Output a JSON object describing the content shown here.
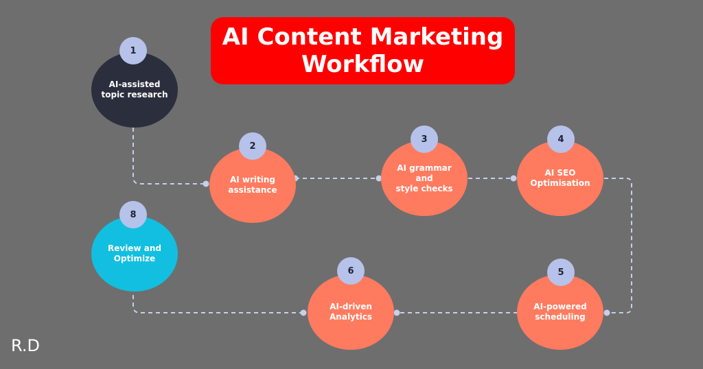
{
  "title": "AI Content Marketing\nWorkflow",
  "steps": [
    {
      "number": "1",
      "label": "AI-assisted\ntopic research",
      "color": "#2b2f3d"
    },
    {
      "number": "2",
      "label": "AI writing\nassistance",
      "color": "#ff7b5f"
    },
    {
      "number": "3",
      "label": "AI grammar and\nstyle checks",
      "color": "#ff7b5f"
    },
    {
      "number": "4",
      "label": "AI SEO\nOptimisation",
      "color": "#ff7b5f"
    },
    {
      "number": "5",
      "label": "AI-powered\nscheduling",
      "color": "#ff7b5f"
    },
    {
      "number": "6",
      "label": "AI-driven\nAnalytics",
      "color": "#ff7b5f"
    },
    {
      "number": "8",
      "label": "Review and\nOptimize",
      "color": "#12bfe0"
    }
  ],
  "connector_color": "#c6d0ea",
  "badge_color": "#b6c2ea",
  "watermark": "R.D"
}
